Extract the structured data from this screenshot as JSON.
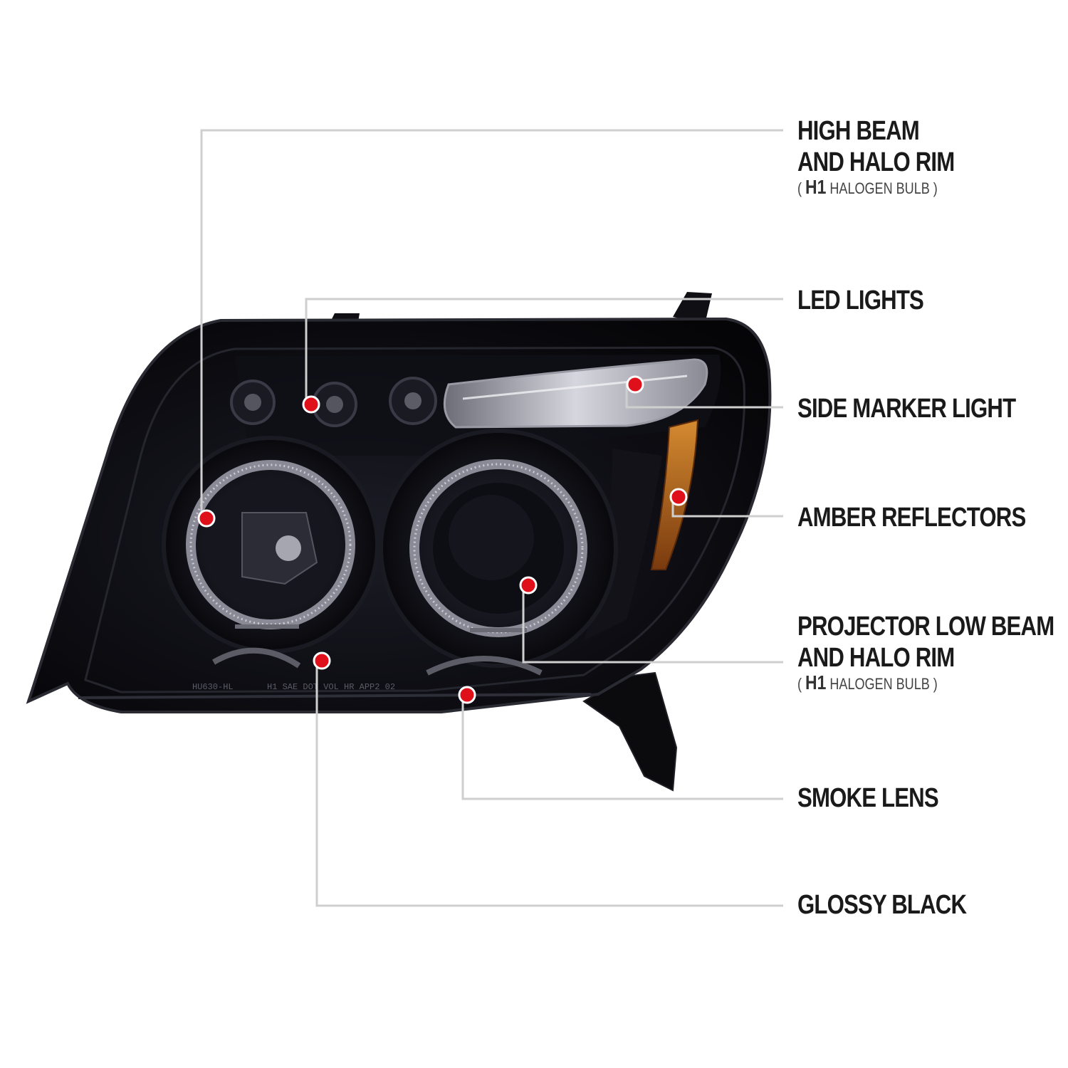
{
  "callouts": [
    {
      "id": "high-beam",
      "lines": [
        "HIGH BEAM",
        "AND HALO RIM"
      ],
      "sub_open": "( ",
      "sub_big": "H1",
      "sub_rest": " HALOGEN BULB )"
    },
    {
      "id": "led-lights",
      "lines": [
        "LED LIGHTS"
      ]
    },
    {
      "id": "side-marker",
      "lines": [
        "SIDE MARKER LIGHT"
      ]
    },
    {
      "id": "amber-reflectors",
      "lines": [
        "AMBER REFLECTORS"
      ]
    },
    {
      "id": "projector-low-beam",
      "lines": [
        "PROJECTOR LOW BEAM",
        "AND HALO RIM"
      ],
      "sub_open": "( ",
      "sub_big": "H1",
      "sub_rest": " HALOGEN BULB )"
    },
    {
      "id": "smoke-lens",
      "lines": [
        "SMOKE LENS"
      ]
    },
    {
      "id": "glossy-black",
      "lines": [
        "GLOSSY BLACK"
      ]
    }
  ],
  "lens_markings": [
    "HU630-HL",
    "H1 SAE DOT VOL HR APP2 02"
  ],
  "colors": {
    "dot": "#e0101a",
    "leader": "#cfcfcf",
    "housing": "#0b0b10",
    "amber": "#b8661a",
    "label": "#1a1a1a"
  }
}
